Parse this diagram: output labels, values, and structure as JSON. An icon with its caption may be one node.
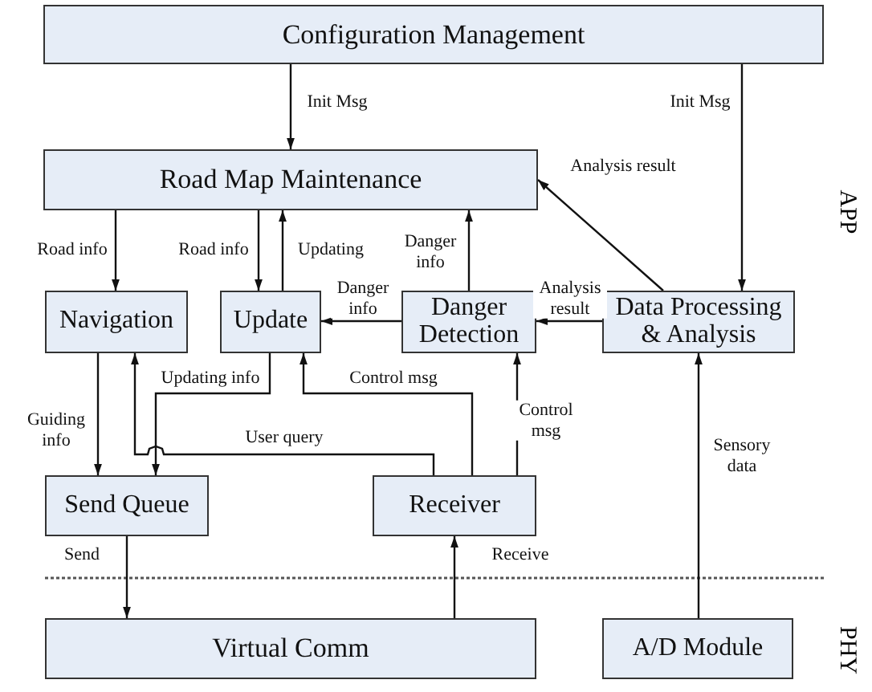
{
  "diagram": {
    "nodes": [
      {
        "text": [
          "Configuration Management"
        ]
      },
      {
        "text": [
          "Road Map Maintenance"
        ]
      },
      {
        "text": [
          "Navigation"
        ]
      },
      {
        "text": [
          "Update"
        ]
      },
      {
        "text": [
          "Danger Detection"
        ]
      },
      {
        "text": [
          "Data Processing & Analysis"
        ]
      },
      {
        "text": [
          "Send Queue"
        ]
      },
      {
        "text": [
          "Receiver"
        ]
      },
      {
        "text": [
          "Virtual Comm"
        ]
      },
      {
        "text": [
          "A/D Module"
        ]
      }
    ],
    "edges": [
      {
        "from": 0,
        "to": 1,
        "arrow": "to",
        "label": "Init Msg"
      },
      {
        "from": 0,
        "to": 5,
        "arrow": "to",
        "label": "Init Msg"
      },
      {
        "from": 1,
        "to": 2,
        "arrow": "to",
        "label": "Road info"
      },
      {
        "from": 1,
        "to": 3,
        "arrow": "to",
        "label": "Road info"
      },
      {
        "from": 3,
        "to": 1,
        "arrow": "to",
        "label": "Updating"
      },
      {
        "from": 4,
        "to": 1,
        "arrow": "to",
        "label": "Danger info"
      },
      {
        "from": 4,
        "to": 3,
        "arrow": "to",
        "label": "Danger info"
      },
      {
        "from": 5,
        "to": 4,
        "arrow": "to",
        "label": "Analysis result"
      },
      {
        "from": 5,
        "to": 1,
        "arrow": "to",
        "label": "Analysis result"
      },
      {
        "from": 2,
        "to": 6,
        "arrow": "to",
        "label": "Guiding info"
      },
      {
        "from": 3,
        "to": 6,
        "arrow": "to",
        "label": "Updating info"
      },
      {
        "from": 7,
        "to": 2,
        "arrow": "to",
        "label": "User query"
      },
      {
        "from": 7,
        "to": 3,
        "arrow": "to",
        "label": "Control msg"
      },
      {
        "from": 7,
        "to": 4,
        "arrow": "to",
        "label": "Control msg"
      },
      {
        "from": 6,
        "to": 8,
        "arrow": "to",
        "label": "Send"
      },
      {
        "from": 8,
        "to": 7,
        "arrow": "to",
        "label": "Receive"
      },
      {
        "from": 9,
        "to": 5,
        "arrow": "to",
        "label": "Sensory data"
      }
    ],
    "labels": [
      "APP",
      "PHY"
    ]
  }
}
